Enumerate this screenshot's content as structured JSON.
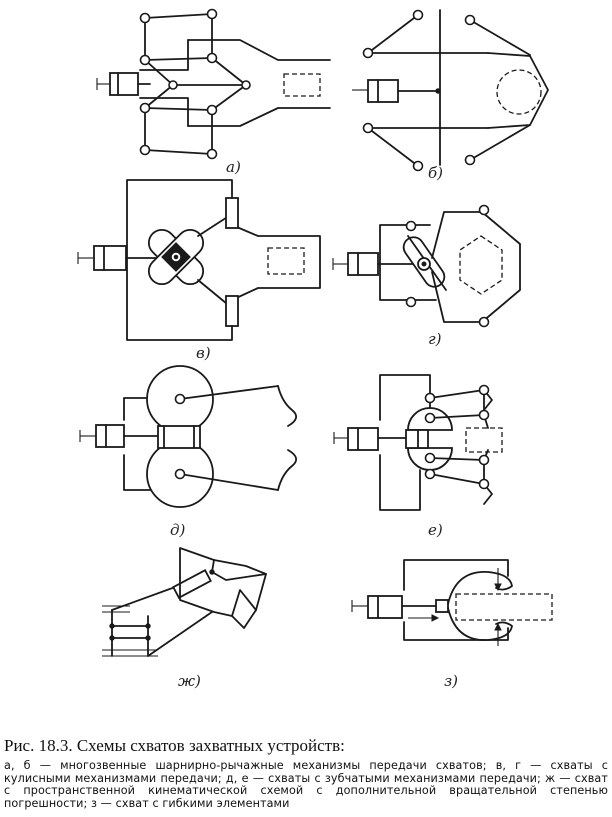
{
  "panels": [
    {
      "id": "a",
      "label": "а)"
    },
    {
      "id": "b",
      "label": "б)"
    },
    {
      "id": "v",
      "label": "в)"
    },
    {
      "id": "g",
      "label": "г)"
    },
    {
      "id": "d",
      "label": "д)"
    },
    {
      "id": "e",
      "label": "е)"
    },
    {
      "id": "zh",
      "label": "ж)"
    },
    {
      "id": "z",
      "label": "з)"
    }
  ],
  "caption": {
    "title": "Рис. 18.3. Схемы схватов захватных устройств:",
    "body": "а, б — многозвенные шарнирно-рычажные механизмы передачи схватов; в, г — схваты с кулисными механизмами передачи; д, е — схваты с зубчатыми механизмами передачи; ж — схват с пространственной кинематической схемой с дополнительной вращательной степенью погрешности; з — схват с гибкими элементами"
  }
}
